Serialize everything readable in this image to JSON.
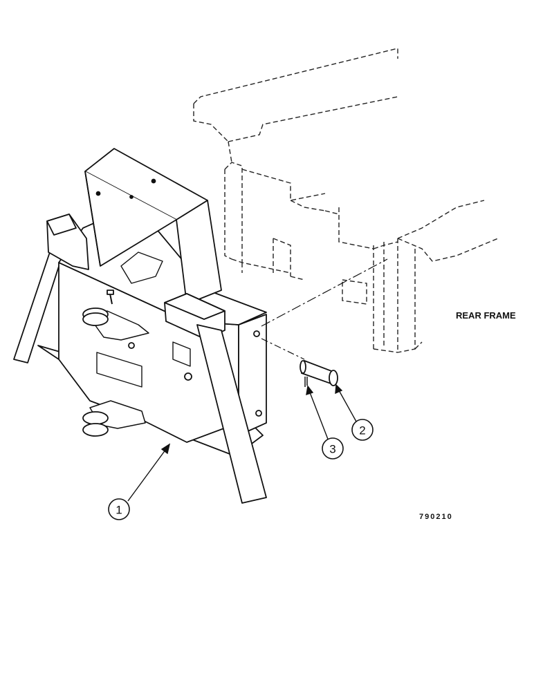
{
  "labels": {
    "rear_frame": "REAR FRAME",
    "figure_number": "790210"
  },
  "callouts": [
    {
      "id": "callout-1",
      "number": "1"
    },
    {
      "id": "callout-2",
      "number": "2"
    },
    {
      "id": "callout-3",
      "number": "3"
    }
  ],
  "colors": {
    "ink": "#111111",
    "paper": "#ffffff"
  }
}
